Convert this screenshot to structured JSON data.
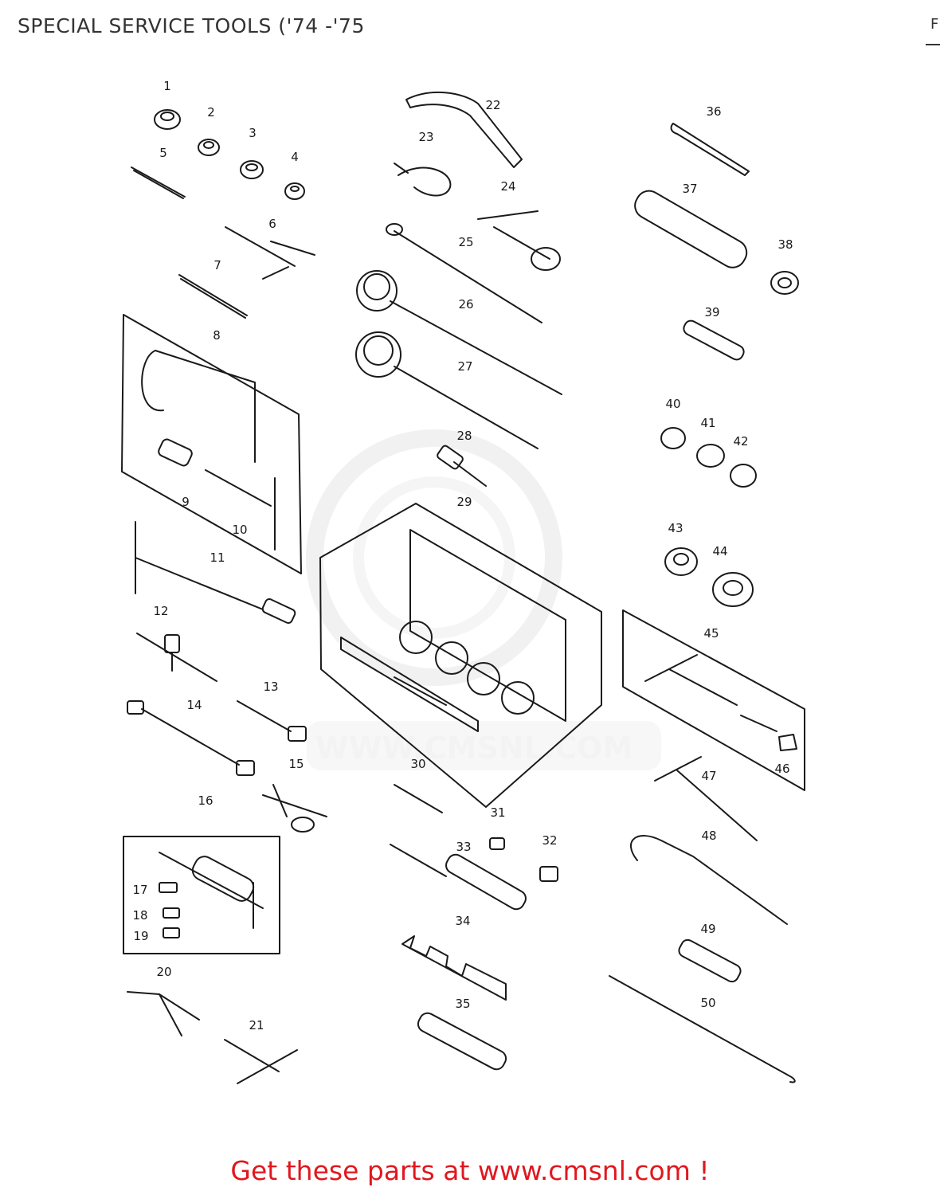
{
  "header": {
    "title": "SPECIAL SERVICE TOOLS  ('74 -'75",
    "page_letter": "F"
  },
  "watermark": {
    "text": "WWW.CMSNL.COM"
  },
  "diagram": {
    "callouts": [
      "1",
      "2",
      "3",
      "4",
      "5",
      "6",
      "7",
      "8",
      "9",
      "10",
      "11",
      "12",
      "13",
      "14",
      "15",
      "16",
      "17",
      "18",
      "19",
      "20",
      "21",
      "22",
      "23",
      "24",
      "25",
      "26",
      "27",
      "28",
      "29",
      "30",
      "31",
      "32",
      "33",
      "34",
      "35",
      "36",
      "37",
      "38",
      "39",
      "40",
      "41",
      "42",
      "43",
      "44",
      "45",
      "46",
      "47",
      "48",
      "49",
      "50"
    ]
  },
  "footer": {
    "link_text": "Get these parts at www.cmsnl.com !"
  }
}
